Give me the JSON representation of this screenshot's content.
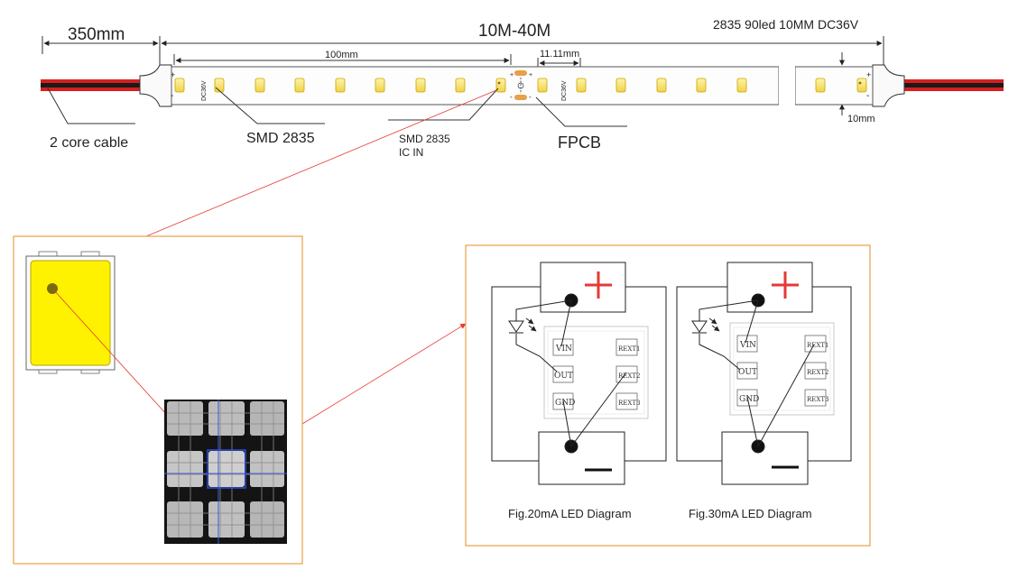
{
  "strip": {
    "cable_length": "350mm",
    "strip_length": "10M-40M",
    "spec": "2835 90led 10MM DC36V",
    "segment_length": "100mm",
    "led_pitch": "11.11mm",
    "width": "10mm",
    "voltage_mark": "DC36V",
    "plus": "+",
    "minus": "-"
  },
  "callouts": {
    "cable": "2 core cable",
    "smd": "SMD 2835",
    "ic_line1": "SMD 2835",
    "ic_line2": "IC IN",
    "fpcb": "FPCB"
  },
  "diagrams": [
    {
      "caption": "Fig.20mA  LED Diagram",
      "pins": [
        "VIN",
        "OUT",
        "GND",
        "REXT1",
        "REXT2",
        "REXT3"
      ]
    },
    {
      "caption": "Fig.30mA  LED Diagram",
      "pins": [
        "VIN",
        "OUT",
        "GND",
        "REXT1",
        "REXT2",
        "REXT3"
      ]
    }
  ],
  "colors": {
    "led_yellow": "#f5dc00",
    "led_fill": "#fff200",
    "accent_orange": "#e8a04a",
    "callout_red": "#e53935",
    "cable_red": "#d81e1e",
    "cable_black": "#1a1a1a"
  }
}
